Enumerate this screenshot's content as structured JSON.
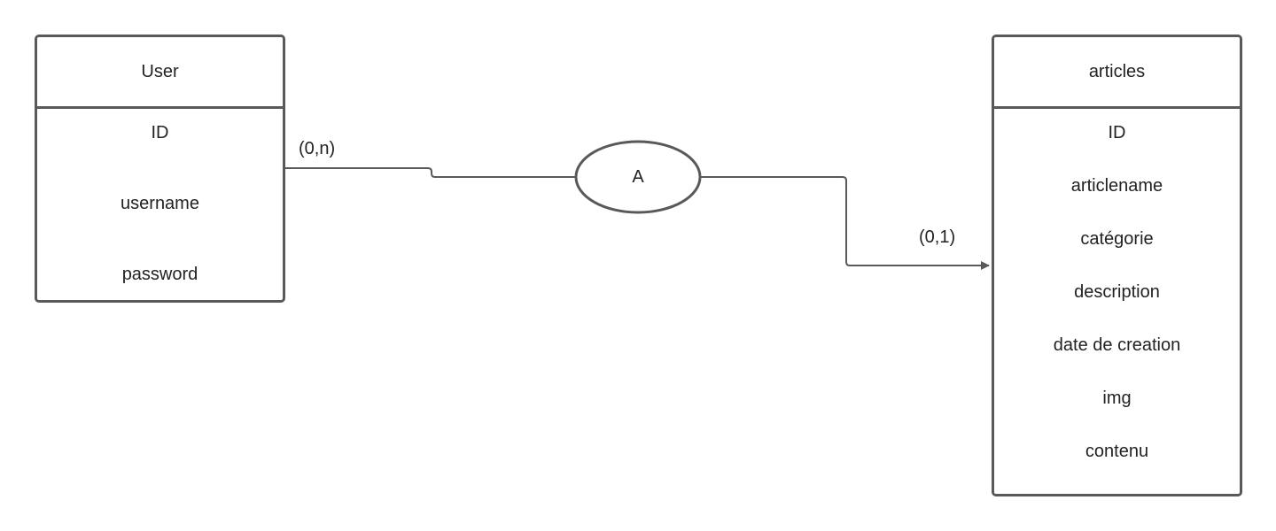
{
  "entities": {
    "user": {
      "title": "User",
      "attributes": [
        "ID",
        "username",
        "password"
      ]
    },
    "articles": {
      "title": "articles",
      "attributes": [
        "ID",
        "articlename",
        "catégorie",
        "description",
        "date de creation",
        "img",
        "contenu"
      ]
    }
  },
  "relationship": {
    "label": "A",
    "user_cardinality": "(0,n)",
    "articles_cardinality": "(0,1)"
  },
  "colors": {
    "stroke": "#595959",
    "text": "#222222"
  }
}
